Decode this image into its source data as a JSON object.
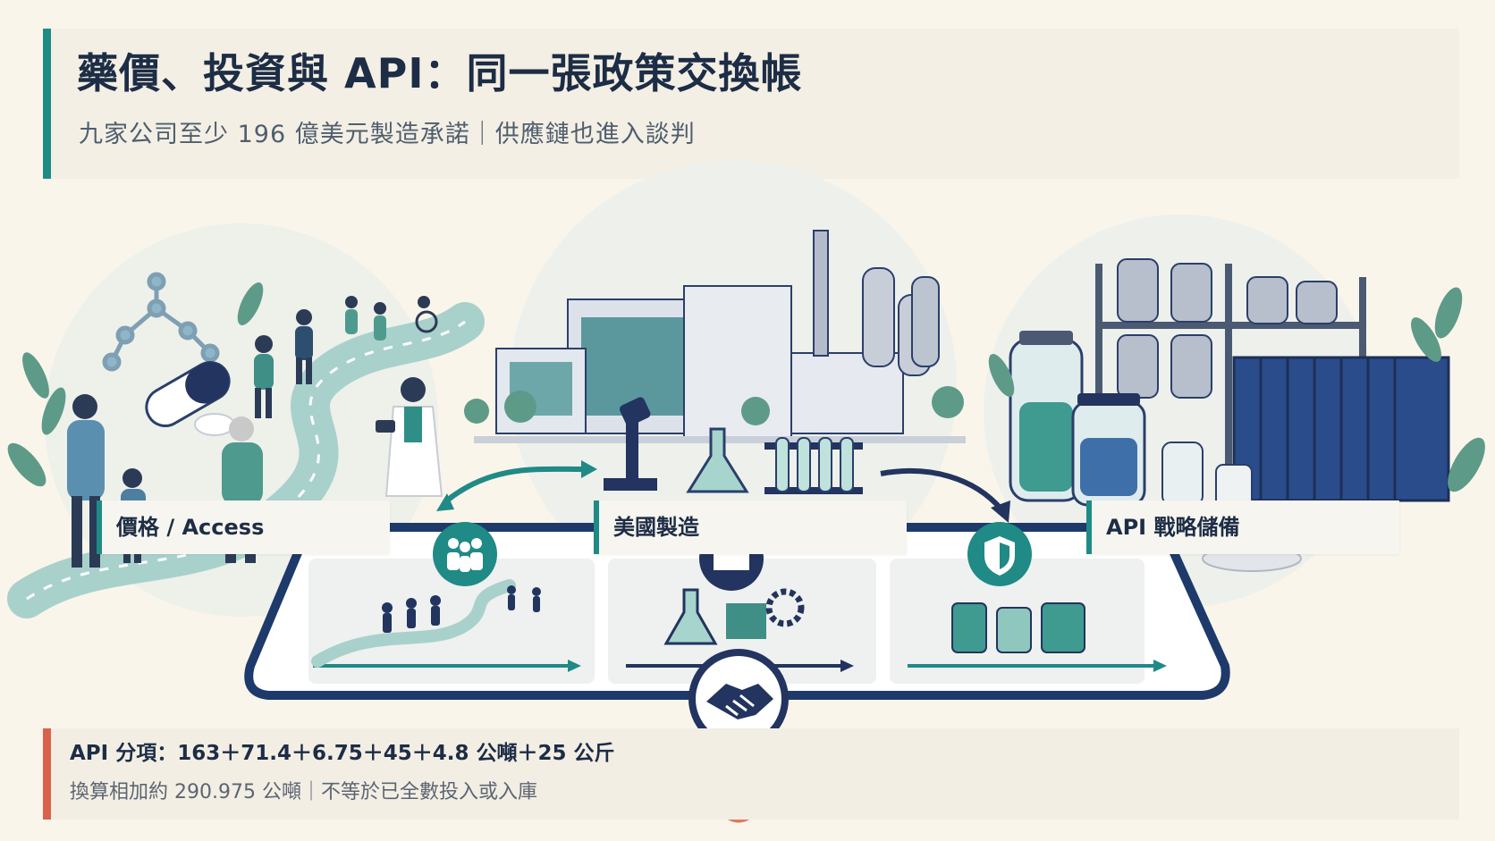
{
  "header": {
    "title": "藥價、投資與 API：同一張政策交換帳",
    "subtitle": "九家公司至少 196 億美元製造承諾｜供應鏈也進入談判"
  },
  "panels": [
    {
      "label": "價格 / Access",
      "icon": "people-icon"
    },
    {
      "label": "美國製造",
      "icon": "factory-icon"
    },
    {
      "label": "API 戰略儲備",
      "icon": "shield-icon"
    }
  ],
  "footer": {
    "line1": "API 分項：163＋71.4＋6.75＋45＋4.8 公噸＋25 公斤",
    "line2": "換算相加約 290.975 公噸｜不等於已全數投入或入庫"
  },
  "colors": {
    "teal": "#1f8a86",
    "navy": "#1d3a6b",
    "accent": "#d9624a",
    "background": "#faf5ea"
  }
}
